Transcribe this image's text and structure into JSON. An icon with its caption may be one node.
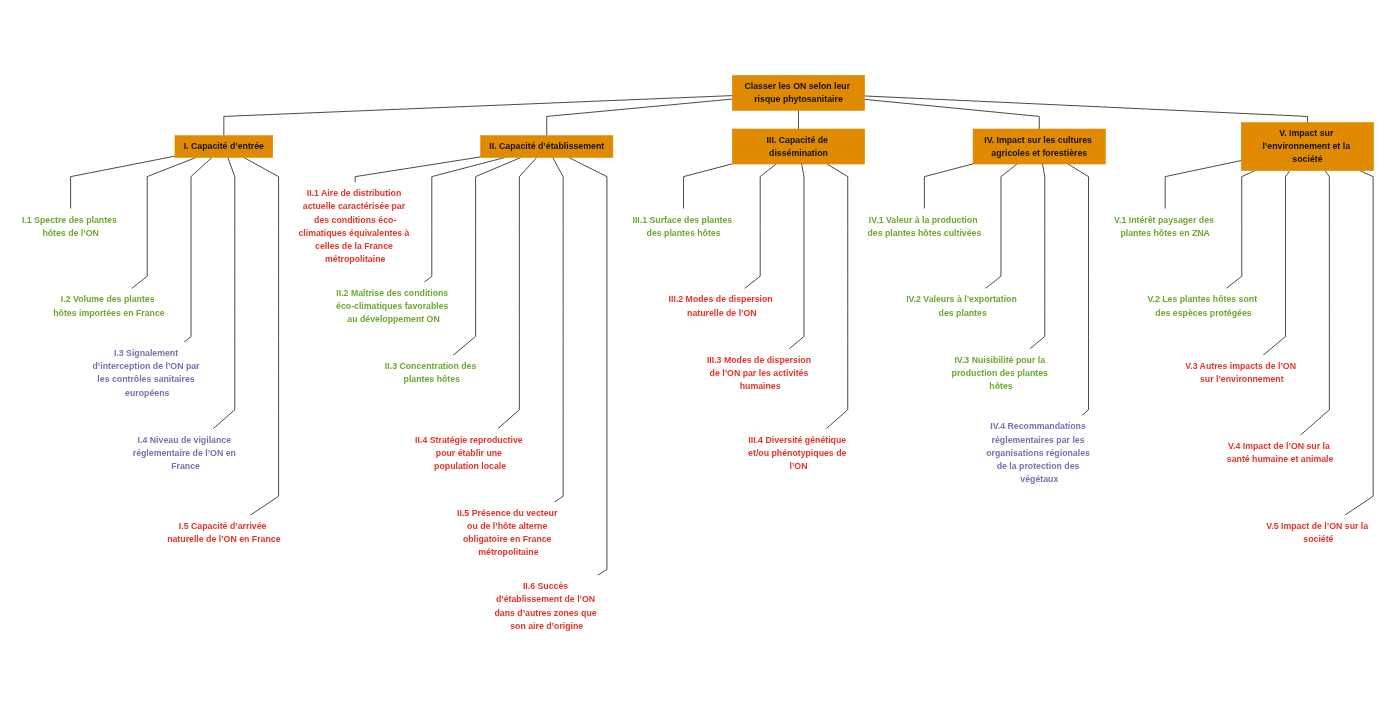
{
  "diagram": {
    "nodes": [
      {
        "text": [
          "Classer les ON selon leur risque phytosanitaire"
        ]
      },
      {
        "text": [
          "I. Capacité d’entrée"
        ]
      },
      {
        "text": [
          "I.1 Spectre des plantes hôtes de l’ON"
        ]
      },
      {
        "text": [
          "I.2 Volume des plantes hôtes importées en France"
        ]
      },
      {
        "text": [
          "I.3 Signalement d’interception de l’ON par les contrôles sanitaires européens"
        ]
      },
      {
        "text": [
          "I.4 Niveau de vigilance réglementaire de l’ON en France"
        ]
      },
      {
        "text": [
          "I.5 Capacité d’arrivée naturelle de l’ON en France"
        ]
      },
      {
        "text": [
          "II. Capacité d’établissement"
        ]
      },
      {
        "text": [
          "II.1 Aire de distribution actuelle caractérisée par des conditions éco-climatiques équivalentes à celles de la France métropolitaine"
        ]
      },
      {
        "text": [
          "II.2 Maîtrise des conditions éco-climatiques favorables au développement ON"
        ]
      },
      {
        "text": [
          "II.3 Concentration des plantes hôtes"
        ]
      },
      {
        "text": [
          "II.4 Stratégie reproductive pour établir une population locale"
        ]
      },
      {
        "text": [
          "II.5 Présence du vecteur ou de l’hôte alterne obligatoire en France métropolitaine"
        ]
      },
      {
        "text": [
          "II.6 Succès d’établissement de l’ON dans d’autres zones que son aire d’origine"
        ]
      },
      {
        "text": [
          "III. Capacité de dissémination"
        ]
      },
      {
        "text": [
          "III.1 Surface des plantes des plantes hôtes"
        ]
      },
      {
        "text": [
          "III.2 Modes de dispersion naturelle de l’ON"
        ]
      },
      {
        "text": [
          "III.3 Modes de dispersion de l’ON par les activités humaines"
        ]
      },
      {
        "text": [
          "III.4 Diversité génétique et/ou phénotypiques de l’ON"
        ]
      },
      {
        "text": [
          "IV. Impact sur les cultures agricoles et forestières"
        ]
      },
      {
        "text": [
          "IV.1 Valeur à la production des plantes hôtes cultivées"
        ]
      },
      {
        "text": [
          "IV.2 Valeurs à l’exportation des plantes"
        ]
      },
      {
        "text": [
          "IV.3 Nuisibilité pour la production des plantes hôtes"
        ]
      },
      {
        "text": [
          "IV.4 Recommandations réglementaires par les organisations régionales de la protection des végétaux"
        ]
      },
      {
        "text": [
          "V. Impact sur l’environnement et la société"
        ]
      },
      {
        "text": [
          "V.1 Intérêt paysager des plantes hôtes en ZNA"
        ]
      },
      {
        "text": [
          "V.2 Les plantes hôtes sont des espèces protégées"
        ]
      },
      {
        "text": [
          "V.3 Autres impacts de l’ON sur l’environnement"
        ]
      },
      {
        "text": [
          "V.4 Impact de l’ON sur la santé humaine et animale"
        ]
      },
      {
        "text": [
          "V.5 Impact de l’ON sur la société"
        ]
      }
    ],
    "edges": [
      {
        "from": 0,
        "to": 1,
        "arrow": "none"
      },
      {
        "from": 0,
        "to": 7,
        "arrow": "none"
      },
      {
        "from": 0,
        "to": 14,
        "arrow": "none"
      },
      {
        "from": 0,
        "to": 19,
        "arrow": "none"
      },
      {
        "from": 0,
        "to": 24,
        "arrow": "none"
      },
      {
        "from": 1,
        "to": 2,
        "arrow": "none"
      },
      {
        "from": 1,
        "to": 3,
        "arrow": "none"
      },
      {
        "from": 1,
        "to": 4,
        "arrow": "none"
      },
      {
        "from": 1,
        "to": 5,
        "arrow": "none"
      },
      {
        "from": 1,
        "to": 6,
        "arrow": "none"
      },
      {
        "from": 7,
        "to": 8,
        "arrow": "none"
      },
      {
        "from": 7,
        "to": 9,
        "arrow": "none"
      },
      {
        "from": 7,
        "to": 10,
        "arrow": "none"
      },
      {
        "from": 7,
        "to": 11,
        "arrow": "none"
      },
      {
        "from": 7,
        "to": 12,
        "arrow": "none"
      },
      {
        "from": 7,
        "to": 13,
        "arrow": "none"
      },
      {
        "from": 14,
        "to": 15,
        "arrow": "none"
      },
      {
        "from": 14,
        "to": 16,
        "arrow": "none"
      },
      {
        "from": 14,
        "to": 17,
        "arrow": "none"
      },
      {
        "from": 14,
        "to": 18,
        "arrow": "none"
      },
      {
        "from": 19,
        "to": 20,
        "arrow": "none"
      },
      {
        "from": 19,
        "to": 21,
        "arrow": "none"
      },
      {
        "from": 19,
        "to": 22,
        "arrow": "none"
      },
      {
        "from": 19,
        "to": 23,
        "arrow": "none"
      },
      {
        "from": 24,
        "to": 25,
        "arrow": "none"
      },
      {
        "from": 24,
        "to": 26,
        "arrow": "none"
      },
      {
        "from": 24,
        "to": 27,
        "arrow": "none"
      },
      {
        "from": 24,
        "to": 28,
        "arrow": "none"
      },
      {
        "from": 24,
        "to": 29,
        "arrow": "none"
      }
    ]
  }
}
